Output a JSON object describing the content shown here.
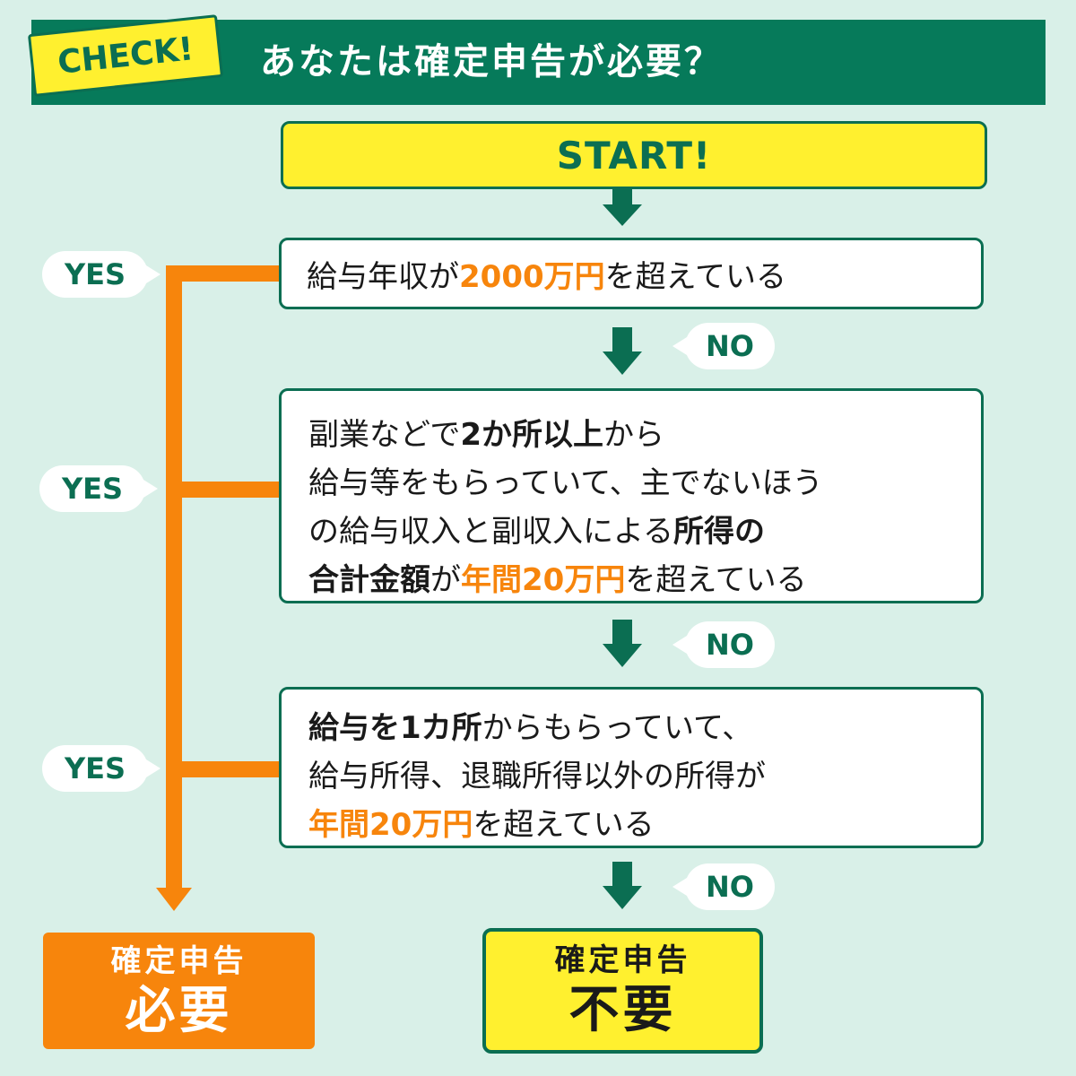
{
  "header": {
    "badge": "CHECK!",
    "title": "あなたは確定申告が必要？"
  },
  "start": "START!",
  "questions": [
    {
      "lines": [
        [
          {
            "t": "給与年収が",
            "s": "n"
          },
          {
            "t": "2000万円",
            "s": "o"
          },
          {
            "t": "を超えている",
            "s": "n"
          }
        ]
      ]
    },
    {
      "lines": [
        [
          {
            "t": "副業などで",
            "s": "n"
          },
          {
            "t": "2か所以上",
            "s": "b"
          },
          {
            "t": "から",
            "s": "n"
          }
        ],
        [
          {
            "t": "給与等をもらっていて、主でないほう",
            "s": "n"
          }
        ],
        [
          {
            "t": "の給与収入と副収入による",
            "s": "n"
          },
          {
            "t": "所得の",
            "s": "b"
          }
        ],
        [
          {
            "t": "合計金額",
            "s": "b"
          },
          {
            "t": "が",
            "s": "n"
          },
          {
            "t": "年間20万円",
            "s": "o"
          },
          {
            "t": "を超えている",
            "s": "n"
          }
        ]
      ]
    },
    {
      "lines": [
        [
          {
            "t": "給与を1カ所",
            "s": "b"
          },
          {
            "t": "からもらっていて、",
            "s": "n"
          }
        ],
        [
          {
            "t": "給与所得、退職所得以外の所得が",
            "s": "n"
          }
        ],
        [
          {
            "t": "年間20万円",
            "s": "o"
          },
          {
            "t": "を超えている",
            "s": "n"
          }
        ]
      ]
    }
  ],
  "labels": {
    "yes": "YES",
    "no": "NO"
  },
  "results": {
    "need": {
      "small": "確定申告",
      "big": "必要"
    },
    "none": {
      "small": "確定申告",
      "big": "不要"
    }
  },
  "colors": {
    "background": "#d9f0e8",
    "green": "#0b6e52",
    "header_green": "#067a5a",
    "yellow": "#fff02f",
    "orange": "#f7850c",
    "white": "#ffffff"
  }
}
